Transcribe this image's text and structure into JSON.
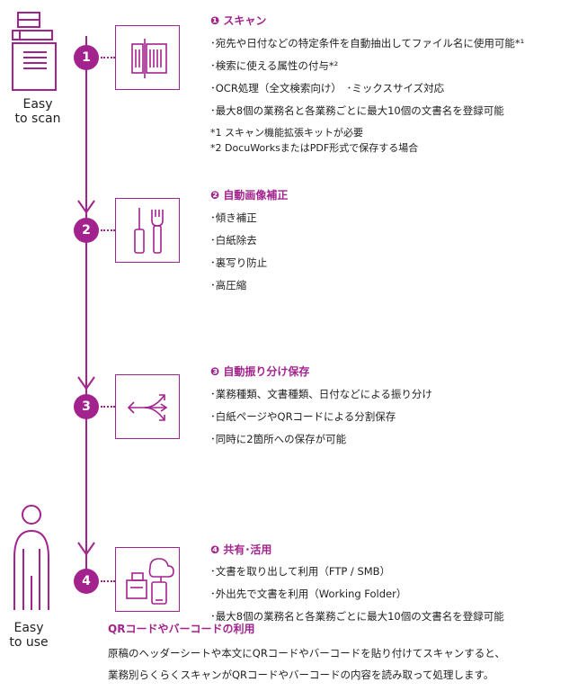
{
  "colors": {
    "accent": "#a3238e",
    "text": "#222222"
  },
  "left_captions": {
    "top": [
      "Easy",
      "to scan"
    ],
    "bottom": [
      "Easy",
      "to use"
    ]
  },
  "steps": [
    {
      "number": "1",
      "icon": "scanner-document-icon",
      "title": "❶ スキャン",
      "items": [
        "･宛先や日付などの特定条件を自動抽出してファイル名に使用可能*¹",
        "･検索に使える属性の付与*²",
        "･OCR処理（全文検索向け）　･ミックスサイズ対応",
        "･最大8個の業務名と各業務ごとに最大10個の文書名を登録可能"
      ],
      "notes": [
        "*1 スキャン機能拡張キットが必要",
        "*2 DocuWorksまたはPDF形式で保存する場合"
      ]
    },
    {
      "number": "2",
      "icon": "tools-icon",
      "title": "❷ 自動画像補正",
      "items": [
        "･傾き補正",
        "･白紙除去",
        "･裏写り防止",
        "･高圧縮"
      ]
    },
    {
      "number": "3",
      "icon": "split-arrows-icon",
      "title": "❸ 自動振り分け保存",
      "items": [
        "･業務種類、文書種類、日付などによる振り分け",
        "･白紙ページやQRコードによる分割保存",
        "･同時に2箇所への保存が可能"
      ]
    },
    {
      "number": "4",
      "icon": "devices-cloud-icon",
      "title": "❹ 共有･活用",
      "items": [
        "･文書を取り出して利用（FTP / SMB）",
        "･外出先で文書を利用（Working Folder）",
        "･最大8個の業務名と各業務ごとに最大10個の文書名を登録可能"
      ]
    }
  ],
  "qr_section": {
    "title": "QRコードやバーコードの利用",
    "lines": [
      "原稿のヘッダーシートや本文にQRコードやバーコードを貼り付けてスキャンすると、",
      "業務別らくらくスキャンがQRコードやバーコードの内容を読み取って処理します。"
    ]
  }
}
